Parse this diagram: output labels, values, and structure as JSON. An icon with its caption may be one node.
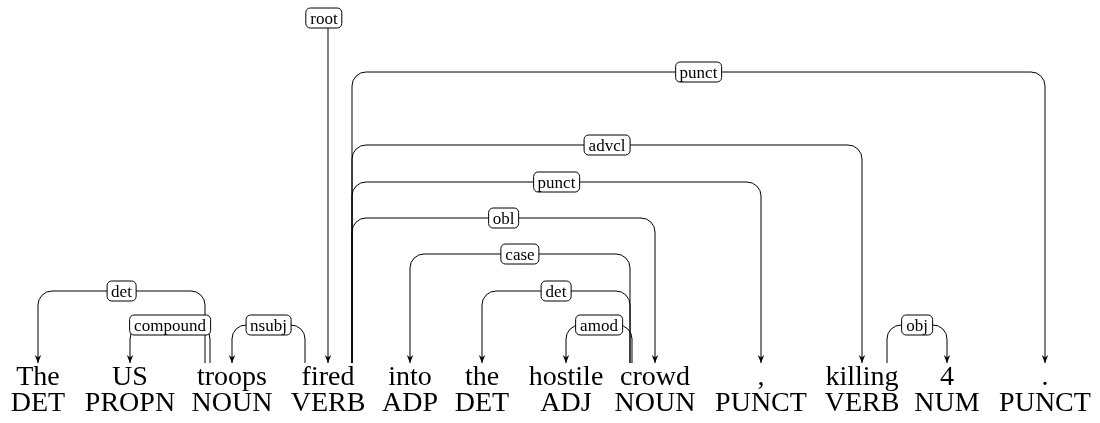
{
  "diagram": {
    "nodes": [
      {
        "text": [
          "The",
          "DET"
        ]
      },
      {
        "text": [
          "US",
          "PROPN"
        ]
      },
      {
        "text": [
          "troops",
          "NOUN"
        ]
      },
      {
        "text": [
          "fired",
          "VERB"
        ]
      },
      {
        "text": [
          "into",
          "ADP"
        ]
      },
      {
        "text": [
          "the",
          "DET"
        ]
      },
      {
        "text": [
          "hostile",
          "ADJ"
        ]
      },
      {
        "text": [
          "crowd",
          "NOUN"
        ]
      },
      {
        "text": [
          ",",
          "PUNCT"
        ]
      },
      {
        "text": [
          "killing",
          "VERB"
        ]
      },
      {
        "text": [
          "4",
          "NUM"
        ]
      },
      {
        "text": [
          ".",
          "PUNCT"
        ]
      }
    ],
    "edges": [
      {
        "from": 2,
        "to": 0,
        "arrow": "to",
        "label": "det"
      },
      {
        "from": 2,
        "to": 1,
        "arrow": "to",
        "label": "compound"
      },
      {
        "from": 3,
        "to": 2,
        "arrow": "to",
        "label": "nsubj"
      },
      {
        "from": null,
        "to": 3,
        "arrow": "to",
        "label": "root"
      },
      {
        "from": 3,
        "to": 11,
        "arrow": "to",
        "label": "punct"
      },
      {
        "from": 3,
        "to": 9,
        "arrow": "to",
        "label": "advcl"
      },
      {
        "from": 3,
        "to": 8,
        "arrow": "to",
        "label": "punct"
      },
      {
        "from": 3,
        "to": 7,
        "arrow": "to",
        "label": "obl"
      },
      {
        "from": 7,
        "to": 4,
        "arrow": "to",
        "label": "case"
      },
      {
        "from": 7,
        "to": 5,
        "arrow": "to",
        "label": "det"
      },
      {
        "from": 7,
        "to": 6,
        "arrow": "to",
        "label": "amod"
      },
      {
        "from": 9,
        "to": 10,
        "arrow": "to",
        "label": "obj"
      }
    ]
  }
}
